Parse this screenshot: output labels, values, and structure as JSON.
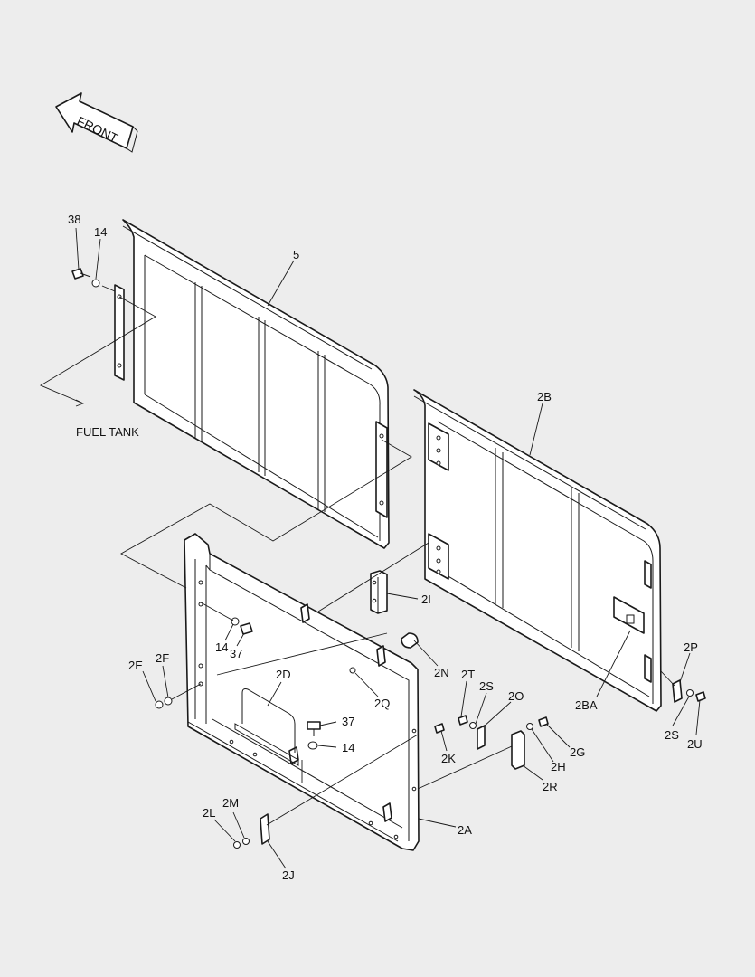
{
  "front_arrow": {
    "text": "FRONT"
  },
  "annotations": {
    "fuel_tank": "FUEL TANK"
  },
  "callouts": {
    "c38": "38",
    "c14a": "14",
    "c5": "5",
    "c2B": "2B",
    "c2I": "2I",
    "c14b": "14",
    "c37a": "37",
    "c2E": "2E",
    "c2F": "2F",
    "c2D": "2D",
    "c2N": "2N",
    "c2Q": "2Q",
    "c37b": "37",
    "c14c": "14",
    "c2T": "2T",
    "c2S_a": "2S",
    "c2O": "2O",
    "c2K": "2K",
    "c2G": "2G",
    "c2H": "2H",
    "c2R": "2R",
    "c2BA": "2BA",
    "c2P": "2P",
    "c2S_b": "2S",
    "c2U": "2U",
    "c2A": "2A",
    "c2L": "2L",
    "c2M": "2M",
    "c2J": "2J"
  }
}
